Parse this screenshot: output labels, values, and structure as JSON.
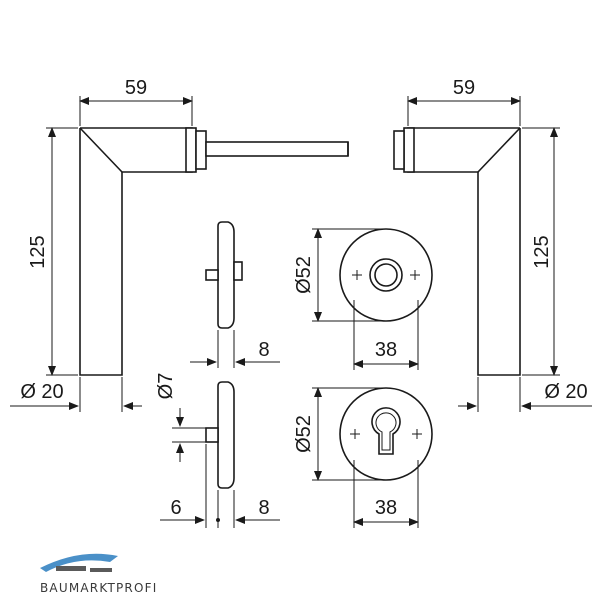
{
  "dimensions": {
    "left_width": "59",
    "right_width": "59",
    "left_height": "125",
    "right_height": "125",
    "left_diameter": "Ø 20",
    "right_diameter": "Ø 20",
    "rose_top_thickness": "8",
    "rose_bottom_thickness": "8",
    "spindle_offset": "6",
    "pin_diameter": "Ø7",
    "round_rose_diameter": "Ø52",
    "round_rose_width": "38",
    "key_rose_diameter": "Ø52",
    "key_rose_width": "38"
  },
  "brand": {
    "logo_text": "BAUMARKTPROFI",
    "accent_color": "#4a90c8",
    "roof_color": "#5a5a5a"
  },
  "colors": {
    "line": "#1a1a1a",
    "background": "#ffffff"
  }
}
